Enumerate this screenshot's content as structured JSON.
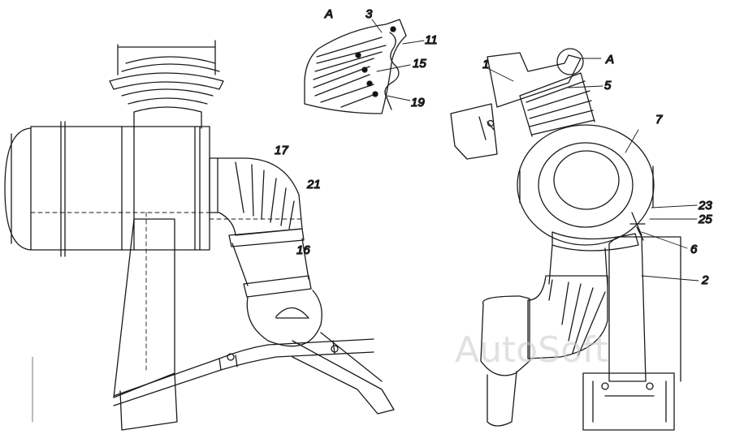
{
  "drawing": {
    "detail_label": "A",
    "callouts_detail": [
      "3",
      "11",
      "15",
      "19"
    ],
    "callouts_left": [
      "17",
      "21",
      "16"
    ],
    "callouts_right": [
      "1",
      "A",
      "5",
      "7",
      "23",
      "25",
      "6",
      "2"
    ]
  },
  "watermark": "AutoSoft"
}
